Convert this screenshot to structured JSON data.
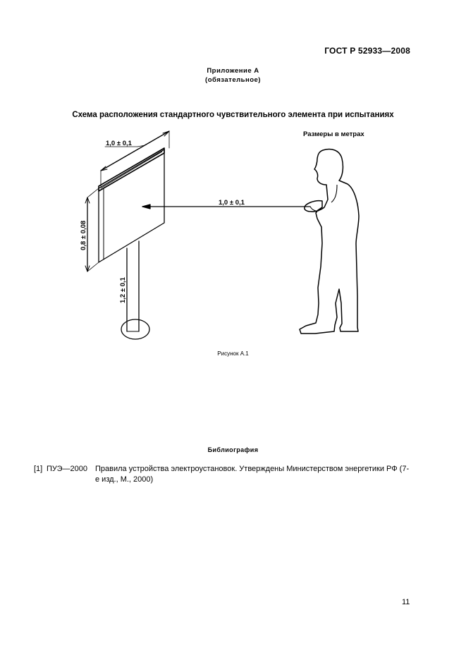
{
  "header": {
    "standard": "ГОСТ Р 52933—2008"
  },
  "appendix": {
    "title": "Приложение А",
    "status": "(обязательное)"
  },
  "figure": {
    "heading": "Схема расположения стандартного чувствительного элемента при испытаниях",
    "units_note": "Размеры в метрах",
    "dim_width": "1,0 ± 0,1",
    "dim_height": "0,8 ± 0,08",
    "dim_post": "1,2 ± 0,1",
    "dim_distance": "1,0 ± 0,1",
    "caption": "Рисунок А.1"
  },
  "bibliography": {
    "title": "Библиография",
    "entries": [
      {
        "num": "[1]",
        "code": "ПУЭ—2000",
        "text": "Правила устройства электроустановок. Утверждены Министерством энергетики РФ (7-е изд., М., 2000)"
      }
    ]
  },
  "page": {
    "number": "11"
  }
}
